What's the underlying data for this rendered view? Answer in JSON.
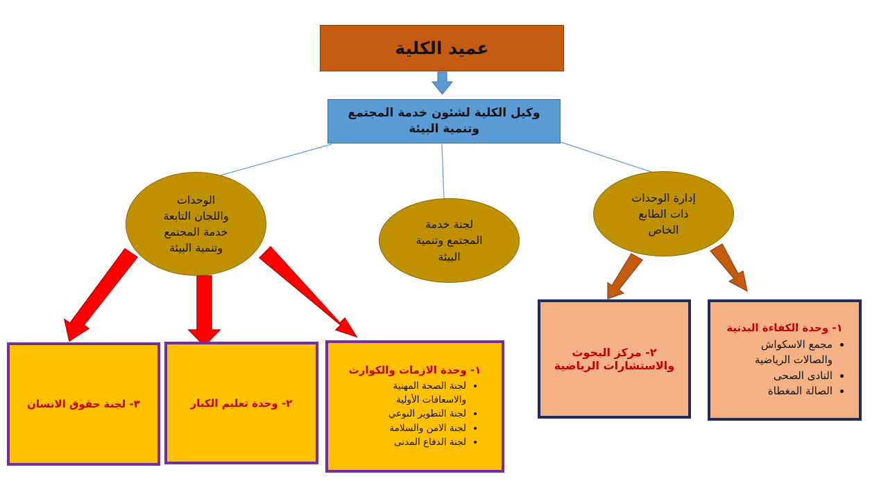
{
  "dean": {
    "title": "عميد الكلية"
  },
  "vice_dean": {
    "line1": "وكيل الكلية لشئون خدمة المجتمع",
    "line2": "وتنمية البيئة"
  },
  "left_group": {
    "lines": [
      "الوحدات",
      "واللجان التابعة",
      "خدمة المجتمع",
      "وتنمية البيئة"
    ]
  },
  "middle_group": {
    "lines": [
      "لجنة خدمة",
      "المجتمع وتنمية",
      "البيئة"
    ]
  },
  "right_group": {
    "lines": [
      "إدارة الوحدات",
      "ذات الطابع",
      "الخاص"
    ]
  },
  "crisis_unit": {
    "title": "١- وحدة الازمات والكوارث",
    "items": [
      "لجنة الصحة المهنية والاسعافات الأولية",
      "لجنة التطوير النوعي",
      "لجنة الامن والسلامة",
      "لجنة الدفاع المدنى"
    ]
  },
  "adult_education": {
    "title": "٢- وحدة تعليم الكبار"
  },
  "human_rights": {
    "title": "٣- لجنة حقوق الانسان"
  },
  "research_center": {
    "line1": "٢- مركز البحوث",
    "line2": "والاستشارات الرياضية"
  },
  "fitness_unit": {
    "title": "١- وحدة الكفاءة البدنية",
    "items": [
      "مجمع الاسكواش والصالات الرياضية",
      "النادى الصحى",
      "الصالة المغطاة"
    ]
  },
  "colors": {
    "dean": "#c55a11",
    "vice_dean": "#5b9bd5",
    "group": "#bf9000",
    "units": "#ffc000",
    "units_border": "#7030a0",
    "special": "#f4b183",
    "special_border": "#1f2d5c",
    "red_arrow": "#ff0000",
    "orange_arrow": "#c55a11",
    "title_text": "#c00000"
  }
}
